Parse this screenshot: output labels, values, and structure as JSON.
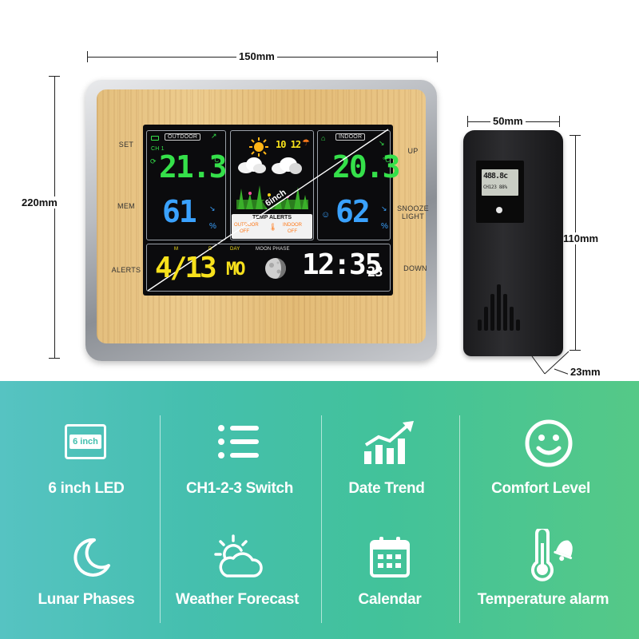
{
  "dimensions": {
    "width_main": "150mm",
    "height_main": "220mm",
    "width_sensor": "50mm",
    "height_sensor": "110mm",
    "depth_sensor": "23mm"
  },
  "device": {
    "buttons": {
      "set": "SET",
      "mem": "MEM",
      "alerts": "ALERTS",
      "up": "UP",
      "snooze_line1": "SNOOZE",
      "snooze_line2": "LIGHT",
      "down": "DOWN"
    },
    "screen": {
      "diagonal": "6inch",
      "outdoor_label": "OUTDOOR",
      "indoor_label": "INDOOR",
      "channel": "CH 1",
      "outdoor_temp": "21.3",
      "outdoor_humidity": "61",
      "indoor_temp": "20.3",
      "indoor_humidity": "62",
      "temp_unit": "°C",
      "humidity_unit": "%",
      "forecast_time": "10 12",
      "temp_alerts_title": "TEMP ALERTS",
      "alert_outdoor": "OUTDOOR",
      "alert_outdoor_state": "OFF",
      "alert_indoor": "INDOOR",
      "alert_indoor_state": "OFF",
      "date_m_label": "M",
      "date_d_label": "D",
      "date_day_label": "DAY",
      "date_value": "4/13",
      "day_value": "MO",
      "moon_phase_label": "MOON PHASE",
      "time_value": "12:35",
      "seconds_value": "23"
    },
    "colors": {
      "temp_green": "#35e04a",
      "humidity_blue": "#3aa2ff",
      "date_yellow": "#f7e11c",
      "time_white": "#ffffff",
      "alert_orange": "#ff7a1a"
    }
  },
  "sensor": {
    "lcd_line1": "488.8c",
    "lcd_line2": "CH123 88%"
  },
  "features": [
    {
      "icon": "screen-size-icon",
      "icon_text": "6 inch",
      "label": "6 inch LED"
    },
    {
      "icon": "list-icon",
      "label": "CH1-2-3 Switch"
    },
    {
      "icon": "trend-chart-icon",
      "label": "Date Trend"
    },
    {
      "icon": "smiley-icon",
      "label": "Comfort Level"
    },
    {
      "icon": "moon-icon",
      "label": "Lunar Phases"
    },
    {
      "icon": "sun-cloud-icon",
      "label": "Weather Forecast"
    },
    {
      "icon": "calendar-icon",
      "label": "Calendar"
    },
    {
      "icon": "thermometer-bell-icon",
      "label": "Temperature alarm"
    }
  ]
}
